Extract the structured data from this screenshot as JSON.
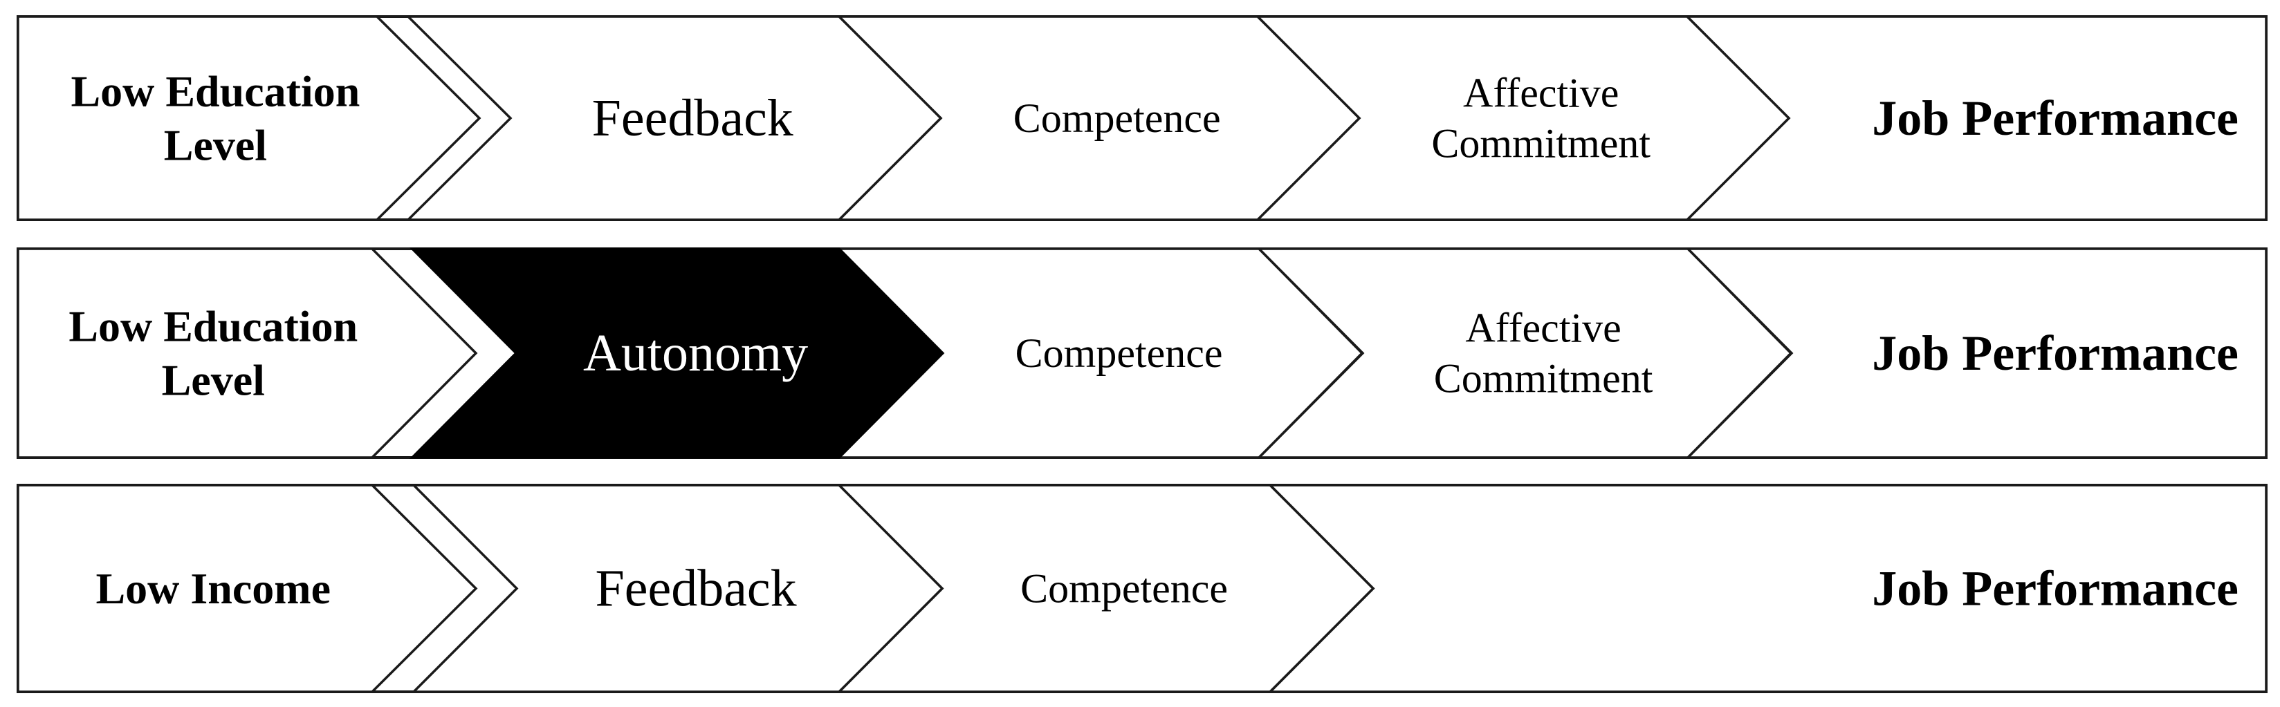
{
  "rows": [
    {
      "steps": [
        {
          "lines": [
            "Low Education",
            "Level"
          ],
          "weight": "bold",
          "size": "medium",
          "fill": "white"
        },
        {
          "lines": [
            "Feedback"
          ],
          "weight": "normal",
          "size": "large",
          "fill": "white"
        },
        {
          "lines": [
            "Competence"
          ],
          "weight": "normal",
          "size": "small",
          "fill": "white"
        },
        {
          "lines": [
            "Affective",
            "Commitment"
          ],
          "weight": "normal",
          "size": "small",
          "fill": "white"
        }
      ],
      "outcome": "Job Performance"
    },
    {
      "steps": [
        {
          "lines": [
            "Low Education",
            "Level"
          ],
          "weight": "bold",
          "size": "medium",
          "fill": "white"
        },
        {
          "lines": [
            "Autonomy"
          ],
          "weight": "normal",
          "size": "large",
          "fill": "black"
        },
        {
          "lines": [
            "Competence"
          ],
          "weight": "normal",
          "size": "small",
          "fill": "white"
        },
        {
          "lines": [
            "Affective",
            "Commitment"
          ],
          "weight": "normal",
          "size": "small",
          "fill": "white"
        }
      ],
      "outcome": "Job Performance"
    },
    {
      "steps": [
        {
          "lines": [
            "Low Income"
          ],
          "weight": "bold",
          "size": "medium",
          "fill": "white"
        },
        {
          "lines": [
            "Feedback"
          ],
          "weight": "normal",
          "size": "large",
          "fill": "white"
        },
        {
          "lines": [
            "Competence"
          ],
          "weight": "normal",
          "size": "small",
          "fill": "white"
        },
        {
          "lines": [],
          "weight": "normal",
          "size": "small",
          "fill": "white"
        }
      ],
      "outcome": "Job Performance"
    }
  ],
  "colors": {
    "line": "#1a1a1a",
    "highlight": "#000000",
    "background": "#ffffff"
  }
}
